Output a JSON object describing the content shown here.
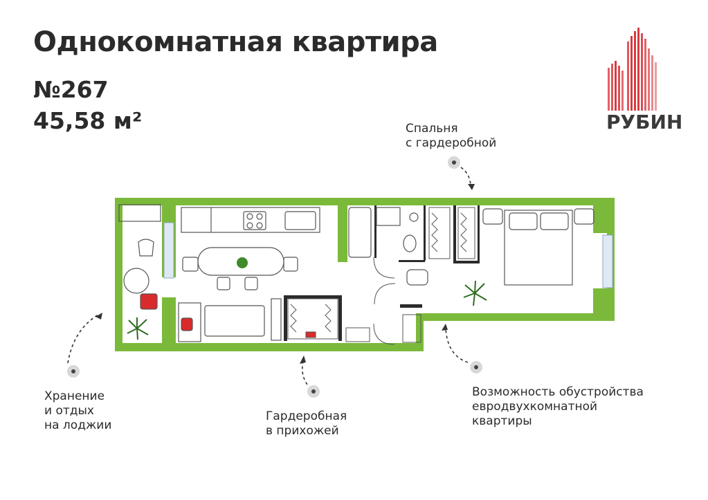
{
  "header": {
    "title": "Однокомнатная квартира",
    "number": "№267",
    "area": "45,58 м²"
  },
  "brand": {
    "name": "РУБИН",
    "colors": {
      "logo": "#d93a3f",
      "walls": "#7bb93a",
      "dark_walls": "#2b2b2b"
    }
  },
  "annotations": {
    "bedroom": {
      "line1": "Спальня",
      "line2": "с гардеробной"
    },
    "loggia": {
      "line1": "Хранение",
      "line2": "и отдых",
      "line3": "на лоджии"
    },
    "hallway": {
      "line1": "Гардеробная",
      "line2": "в прихожей"
    },
    "euro": {
      "line1": "Возможность обустройства",
      "line2": "евродвухкомнатной",
      "line3": "квартиры"
    }
  }
}
